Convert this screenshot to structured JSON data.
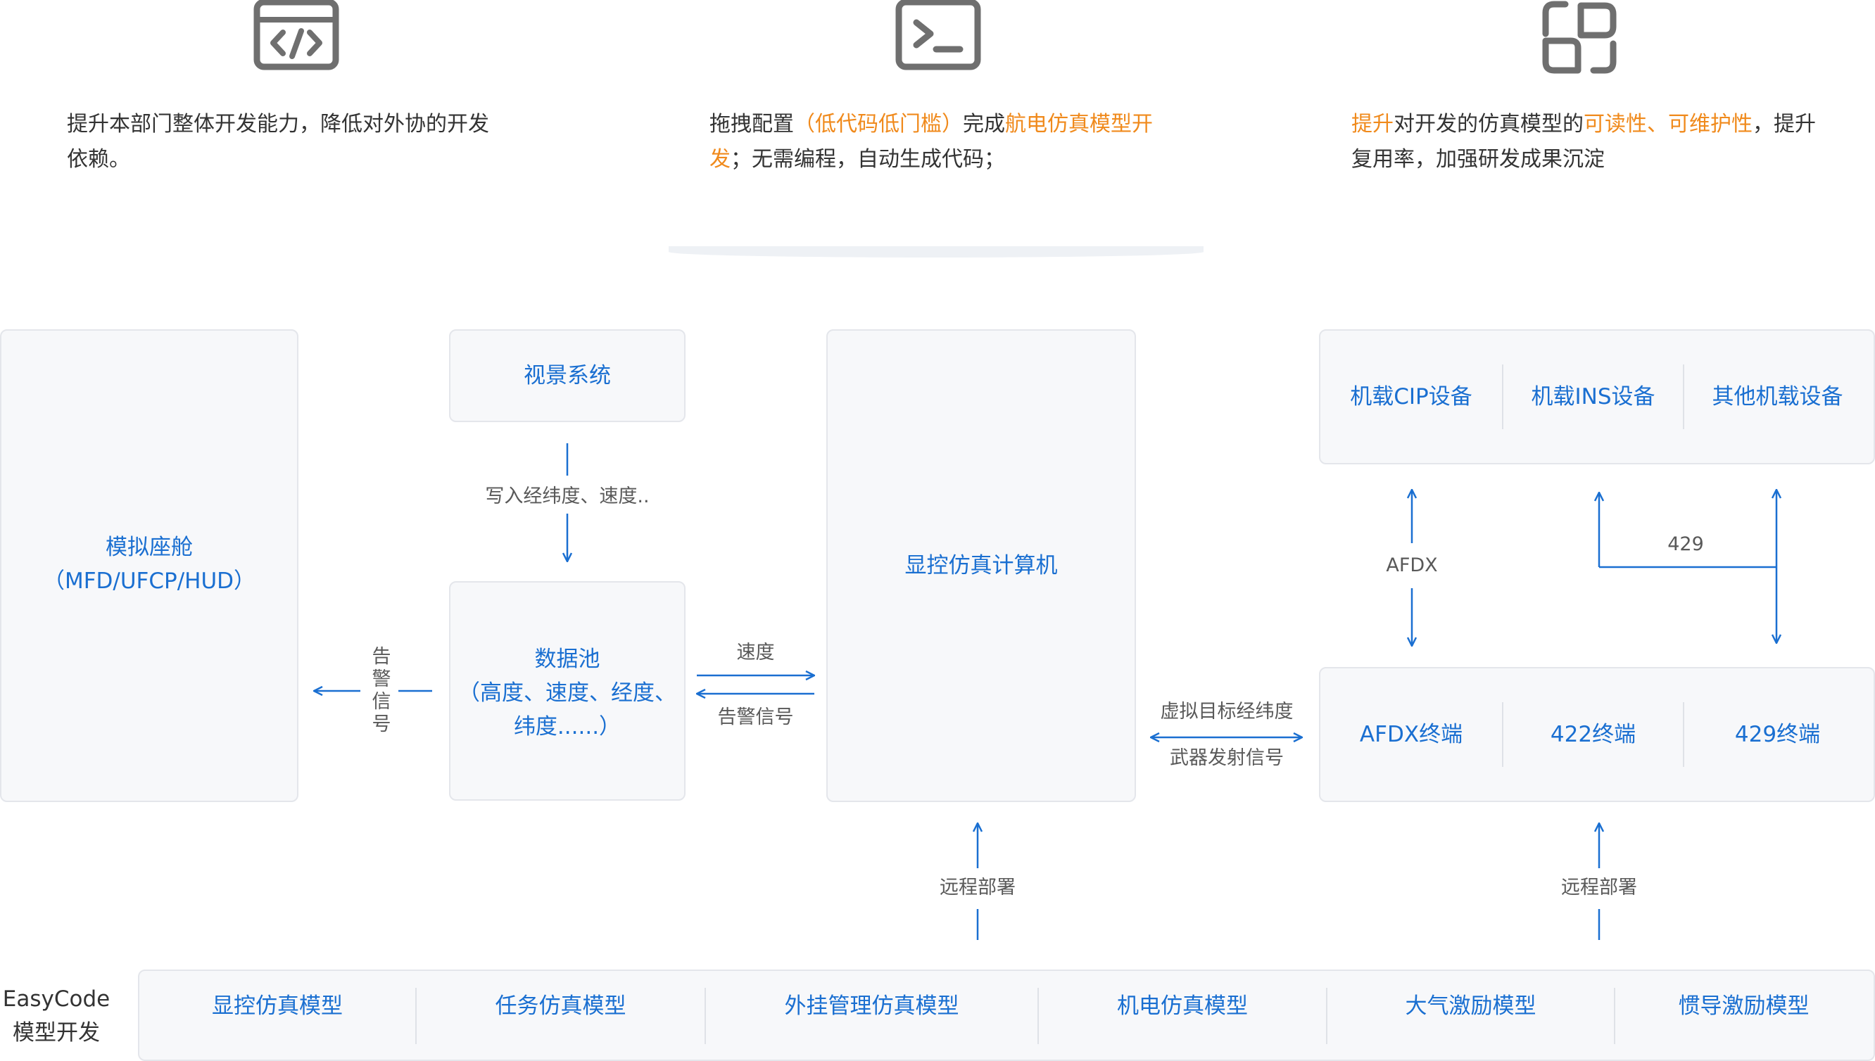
{
  "features": [
    {
      "icon": "code-window-icon",
      "parts": [
        {
          "t": "提升本部门整体开发能力，降低对外协的开发",
          "h": false
        },
        {
          "t": "依赖。",
          "h": false
        }
      ]
    },
    {
      "icon": "terminal-icon",
      "parts": [
        {
          "t": "拖拽配置",
          "h": false
        },
        {
          "t": "（低代码低门槛）",
          "h": true
        },
        {
          "t": "完成",
          "h": false
        },
        {
          "t": "航电仿真模型开发",
          "h": true
        },
        {
          "t": "；无需编程，自动生成代码；",
          "h": false
        }
      ]
    },
    {
      "icon": "link-icon",
      "parts": [
        {
          "t": "提升",
          "h": true
        },
        {
          "t": "对开发的仿真模型的",
          "h": false
        },
        {
          "t": "可读性、可维护性",
          "h": true
        },
        {
          "t": "，提升复用率，加强研发成果沉淀",
          "h": false
        }
      ]
    }
  ],
  "diagram": {
    "cockpit_lines": [
      "模拟座舱",
      "（MFD/UFCP/HUD）"
    ],
    "visual_system": "视景系统",
    "write_label": "写入经纬度、速度..",
    "data_pool_lines": [
      "数据池",
      "（高度、速度、经度、",
      "纬度......）"
    ],
    "warning_vertical": [
      "告",
      "警",
      "信",
      "号"
    ],
    "speed_label": "速度",
    "warning_label": "告警信号",
    "computer": "显控仿真计算机",
    "virtual_target_label": "虚拟目标经纬度",
    "weapon_label": "武器发射信号",
    "devices": [
      "机载CIP设备",
      "机载INS设备",
      "其他机载设备"
    ],
    "terminals": [
      "AFDX终端",
      "422终端",
      "429终端"
    ],
    "afdx_label": "AFDX",
    "bus_429_label": "429",
    "remote_deploy_label": "远程部署",
    "easycode_lines": [
      "EasyCode",
      "模型开发"
    ],
    "models": [
      "显控仿真模型",
      "任务仿真模型",
      "外挂管理仿真模型",
      "机电仿真模型",
      "大气激励模型",
      "惯导激励模型"
    ]
  },
  "colors": {
    "accent": "#1a6fd1",
    "highlight": "#f08a1c",
    "box_bg": "#f7f8fa",
    "box_border": "#e4e6eb",
    "text": "#333333"
  }
}
